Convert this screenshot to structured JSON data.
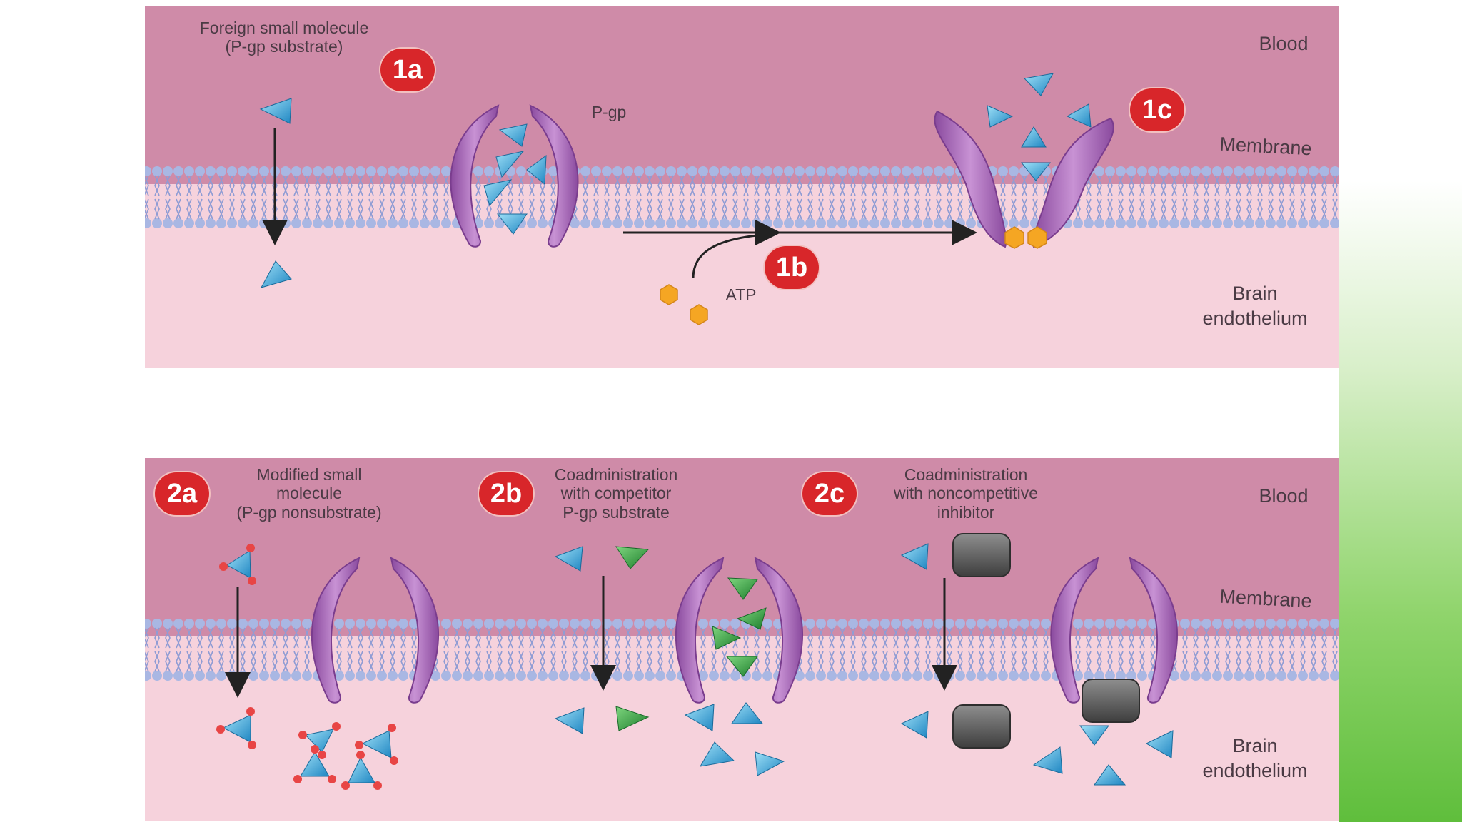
{
  "top_panel": {
    "foreign_molecule_label": "Foreign small molecule\n(P-gp substrate)",
    "pgp_label": "P-gp",
    "atp_label": "ATP",
    "blood_label": "Blood",
    "membrane_label": "Membrane",
    "brain_label": "Brain\nendothelium",
    "badges": {
      "b1a": "1a",
      "b1b": "1b",
      "b1c": "1c"
    }
  },
  "bottom_panel": {
    "modified_label": "Modified small\nmolecule\n(P-gp nonsubstrate)",
    "competitor_label": "Coadministration\nwith competitor\nP-gp substrate",
    "noncompetitive_label": "Coadministration\nwith noncompetitive\ninhibitor",
    "blood_label": "Blood",
    "membrane_label": "Membrane",
    "brain_label": "Brain\nendothelium",
    "badges": {
      "b2a": "2a",
      "b2b": "2b",
      "b2c": "2c"
    }
  },
  "colors": {
    "blood": "#cf8ba8",
    "endothelium": "#f6d2dc",
    "pgp": "#9f5bb0",
    "substrate": "#3aa6d8",
    "competitor": "#2e9c3a",
    "atp": "#f5a623",
    "inhibitor": "#6b6b6b",
    "badge": "#d8262a"
  }
}
